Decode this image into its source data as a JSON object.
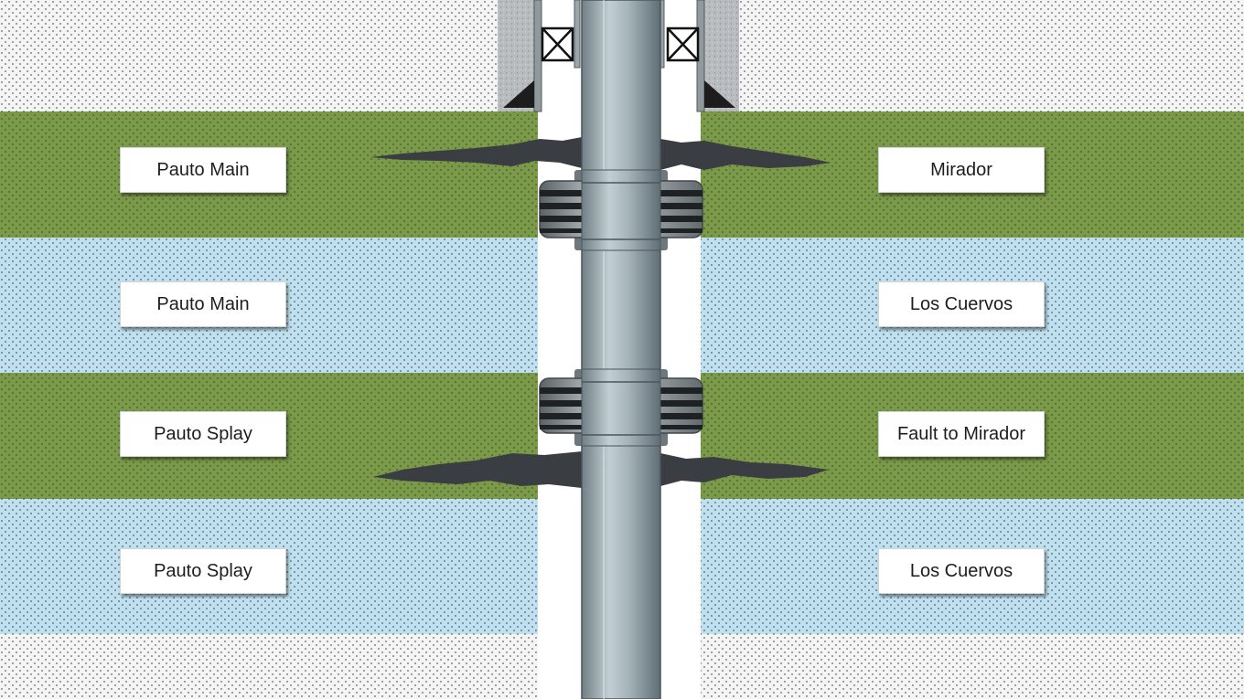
{
  "colors": {
    "green_zone": "#7a9a47",
    "blue_zone": "#bfe0ee",
    "plain_zone": "#f4f4f4",
    "pipe": "#a7b6bd",
    "cement": "#b9bcbe",
    "fracture": "#3a3d42"
  },
  "zones": [
    "plain",
    "green",
    "blue",
    "green",
    "blue",
    "plain"
  ],
  "left_labels": [
    {
      "text": "Pauto Main"
    },
    {
      "text": "Pauto Main"
    },
    {
      "text": "Pauto Splay"
    },
    {
      "text": "Pauto Splay"
    }
  ],
  "right_labels": [
    {
      "text": "Mirador"
    },
    {
      "text": "Los Cuervos"
    },
    {
      "text": "Fault to Mirador"
    },
    {
      "text": "Los Cuervos"
    }
  ],
  "packer_count": 2,
  "fracture_count": 2
}
